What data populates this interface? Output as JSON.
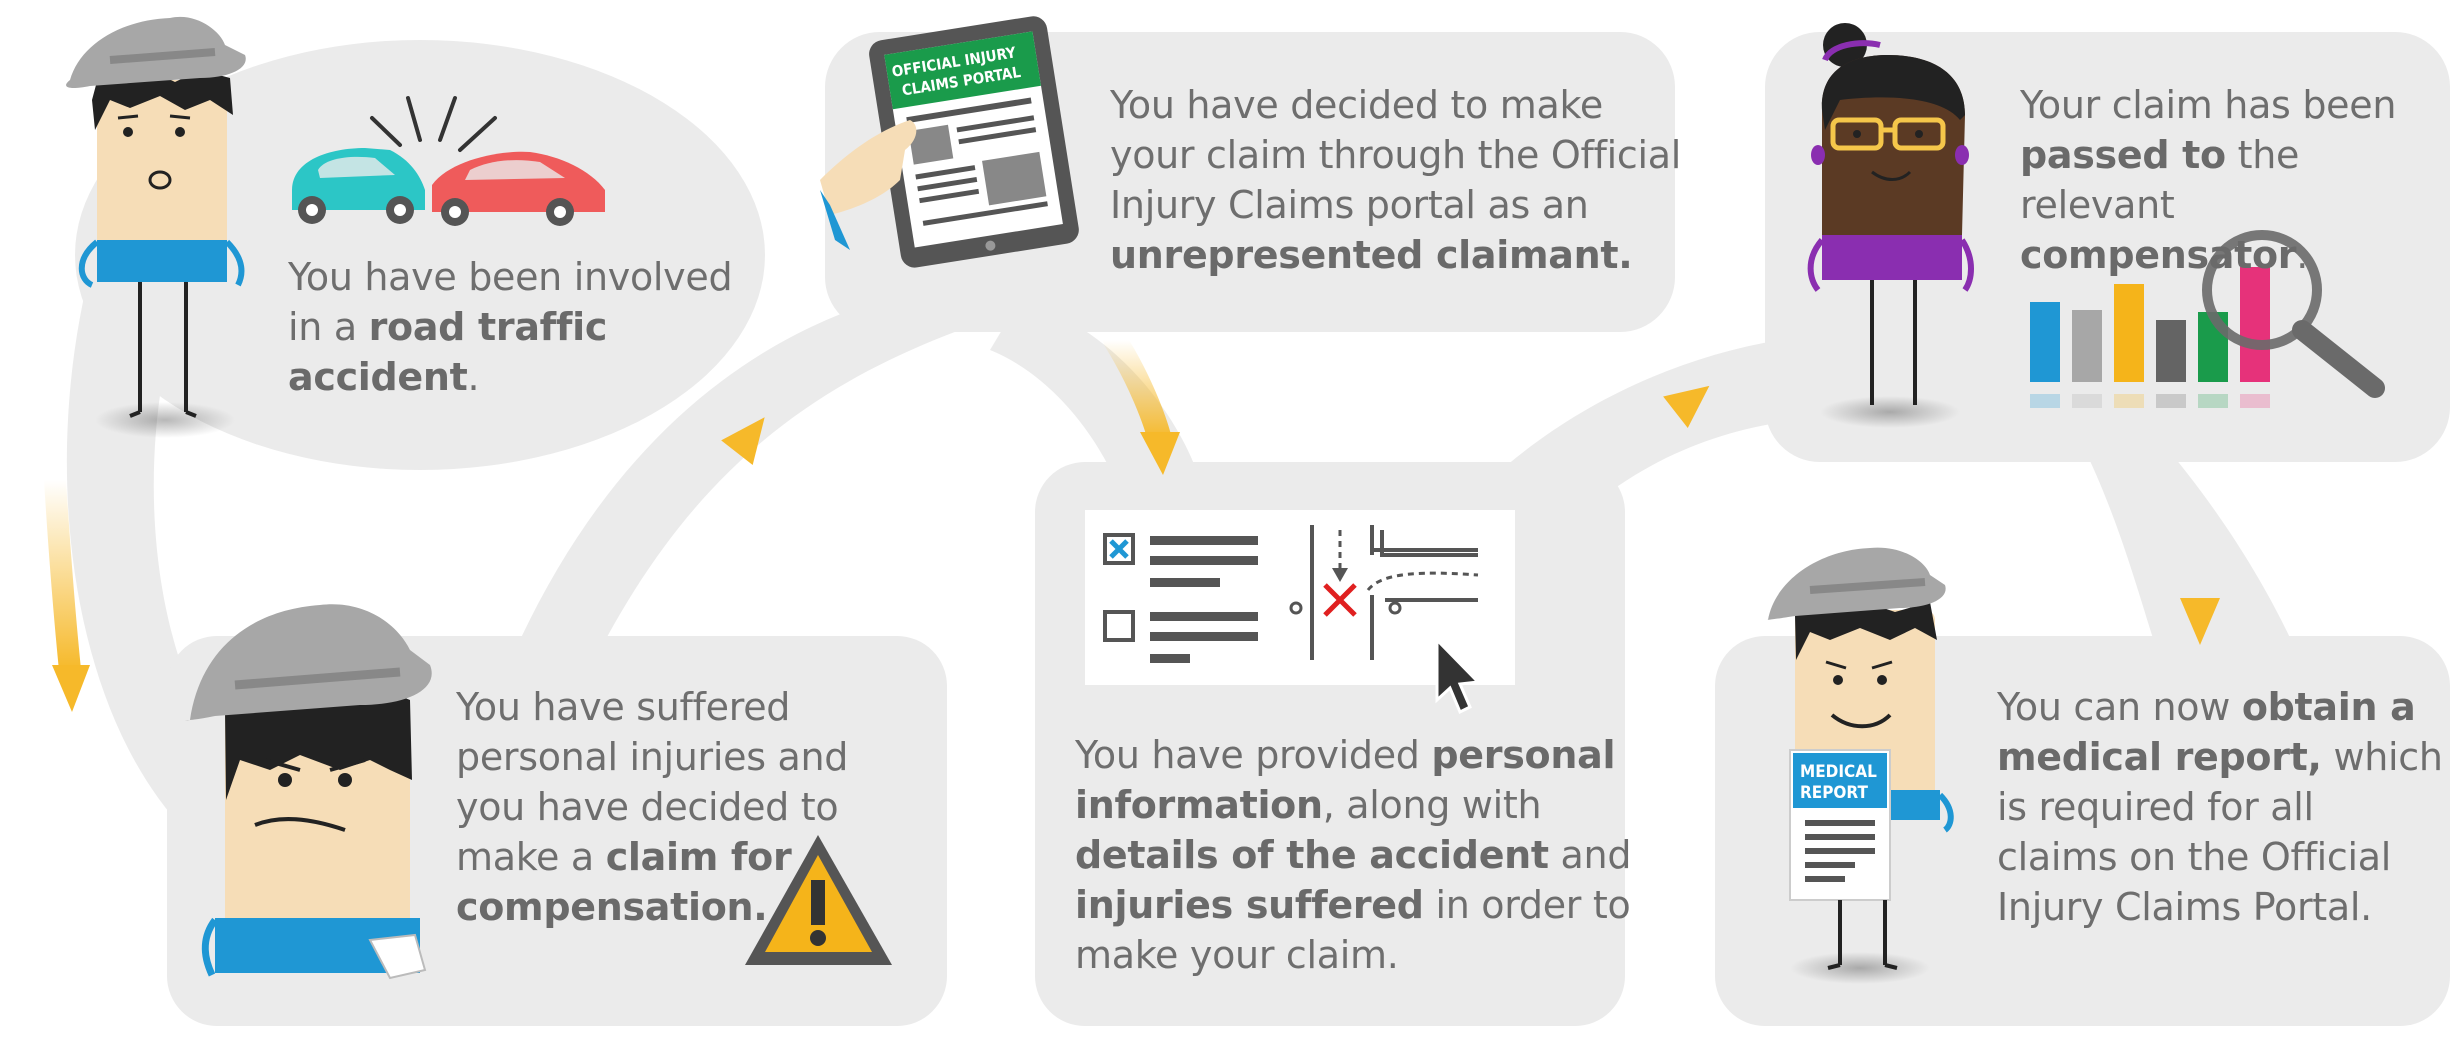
{
  "steps": [
    {
      "id": "accident",
      "lines": [
        [
          {
            "t": "You have been involved",
            "b": false
          }
        ],
        [
          {
            "t": "in a ",
            "b": false
          },
          {
            "t": "road traffic",
            "b": true
          }
        ],
        [
          {
            "t": "accident",
            "b": true
          },
          {
            "t": ".",
            "b": false
          }
        ]
      ]
    },
    {
      "id": "portal",
      "lines": [
        [
          {
            "t": "You have decided to make",
            "b": false
          }
        ],
        [
          {
            "t": "your claim through the Official",
            "b": false
          }
        ],
        [
          {
            "t": "Injury Claims portal as an",
            "b": false
          }
        ],
        [
          {
            "t": "unrepresented claimant.",
            "b": true
          }
        ]
      ]
    },
    {
      "id": "compensator",
      "lines": [
        [
          {
            "t": "Your claim has been",
            "b": false
          }
        ],
        [
          {
            "t": "passed to",
            "b": true
          },
          {
            "t": " the relevant",
            "b": false
          }
        ],
        [
          {
            "t": "compensator",
            "b": true
          },
          {
            "t": ".",
            "b": false
          }
        ]
      ]
    },
    {
      "id": "injuries",
      "lines": [
        [
          {
            "t": "You have suffered",
            "b": false
          }
        ],
        [
          {
            "t": "personal injuries and",
            "b": false
          }
        ],
        [
          {
            "t": "you have decided to",
            "b": false
          }
        ],
        [
          {
            "t": "make a ",
            "b": false
          },
          {
            "t": "claim for",
            "b": true
          }
        ],
        [
          {
            "t": "compensation.",
            "b": true
          }
        ]
      ]
    },
    {
      "id": "details",
      "lines": [
        [
          {
            "t": "You have provided ",
            "b": false
          },
          {
            "t": "personal",
            "b": true
          }
        ],
        [
          {
            "t": "information",
            "b": true
          },
          {
            "t": ", along with",
            "b": false
          }
        ],
        [
          {
            "t": "details of the accident",
            "b": true
          },
          {
            "t": " and",
            "b": false
          }
        ],
        [
          {
            "t": "injuries suffered",
            "b": true
          },
          {
            "t": " in order to",
            "b": false
          }
        ],
        [
          {
            "t": "make your claim.",
            "b": false
          }
        ]
      ]
    },
    {
      "id": "medical",
      "lines": [
        [
          {
            "t": "You can now ",
            "b": false
          },
          {
            "t": "obtain a",
            "b": true
          }
        ],
        [
          {
            "t": "medical report,",
            "b": true
          },
          {
            "t": " which",
            "b": false
          }
        ],
        [
          {
            "t": "is required for all",
            "b": false
          }
        ],
        [
          {
            "t": "claims on the Official",
            "b": false
          }
        ],
        [
          {
            "t": "Injury Claims Portal.",
            "b": false
          }
        ]
      ]
    }
  ],
  "tablet_label": [
    "OFFICIAL INJURY",
    "CLAIMS PORTAL"
  ],
  "report_label": [
    "MEDICAL",
    "REPORT"
  ],
  "colors": {
    "bubble": "#ebebeb",
    "text": "#6e6e6e",
    "arrow": "#f6b92a",
    "portal_green": "#1a9b4b",
    "report_blue": "#1f97cf",
    "car_teal": "#2cc6c6",
    "car_red": "#ef5b5b",
    "warning_yellow": "#f5b41a",
    "bars": [
      "#1f97d4",
      "#a7a7a7",
      "#f5b41a",
      "#646464",
      "#1a9b4b",
      "#e6327a"
    ]
  }
}
